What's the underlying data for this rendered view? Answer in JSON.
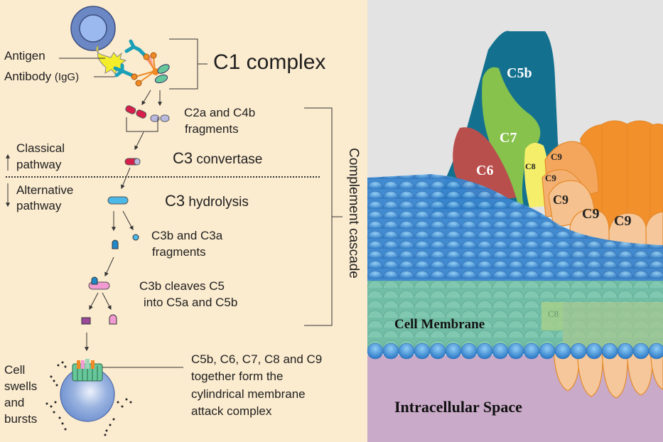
{
  "left_panel": {
    "labels": {
      "antigen": "Antigen",
      "antibody": "Antibody",
      "antibody_type": "(IgG)",
      "c1_complex": "C1 complex",
      "c2a_c4b_line1": "C2a and C4b",
      "c2a_c4b_line2": "fragments",
      "classical_line1": "Classical",
      "classical_line2": "pathway",
      "alternative_line1": "Alternative",
      "alternative_line2": "pathway",
      "c3_convertase_prefix": "C3",
      "c3_convertase_suffix": " convertase",
      "c3_hydrolysis_prefix": "C3",
      "c3_hydrolysis_suffix": " hydrolysis",
      "c3b_c3a_line1": "C3b and C3a",
      "c3b_c3a_line2": "fragments",
      "c3b_cleaves_line1": "C3b cleaves C5",
      "c3b_cleaves_line2": "into C5a and C5b",
      "cell_line1": "Cell",
      "cell_line2": "swells",
      "cell_line3": "and",
      "cell_line4": "bursts",
      "mac_line1": "C5b, C6, C7, C8 and C9",
      "mac_line2": "together form the",
      "mac_line3": "cylindrical membrane",
      "mac_line4": "attack complex",
      "complement_cascade": "Complement cascade"
    },
    "colors": {
      "background": "#fbebcf",
      "c2a": "#d81e4a",
      "c4b": "#b9b9e0",
      "c3": "#4cb8e8",
      "c3b": "#1e88c8",
      "c5": "#f29ad2",
      "c5a": "#9b4a9b",
      "antigen": "#f4ee2a",
      "antibody": "#1aa0b8",
      "c1q": "#f08a24"
    }
  },
  "right_panel": {
    "labels": {
      "c5b": "C5b",
      "c6": "C6",
      "c7": "C7",
      "c8": "C8",
      "c8_membrane": "C8",
      "c9": [
        "C9",
        "C9",
        "C9",
        "C9",
        "C9"
      ],
      "cell_membrane": "Cell Membrane",
      "intracellular_space": "Intracellular Space"
    },
    "colors": {
      "background": "#e3e3e3",
      "c5b": "#13718f",
      "c6": "#b84f4c",
      "c7": "#86c24c",
      "c8": "#f4ee6a",
      "c9_dark": "#f2902c",
      "c9_light": "#f5c79a",
      "membrane_head": "#3d8fd8",
      "membrane_core": "#79c3ae",
      "intracellular": "#c9aac8"
    }
  }
}
